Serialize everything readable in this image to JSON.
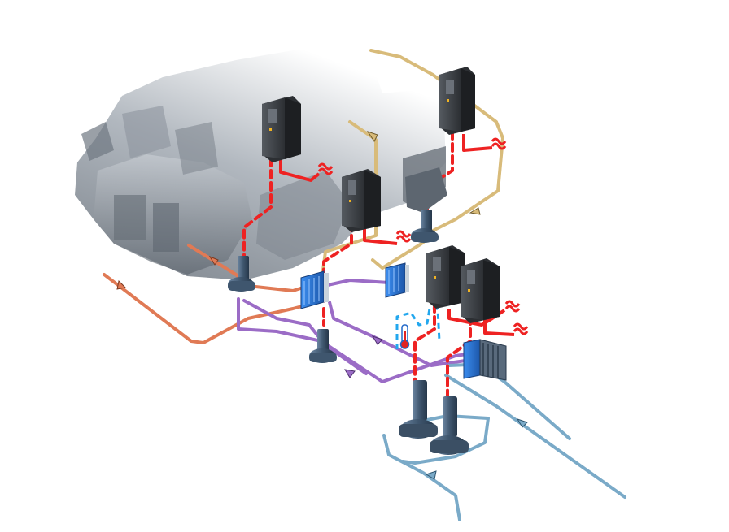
{
  "diagram": {
    "colors": {
      "engine_cooling": "#e07a55",
      "intercooler_loop": "#9b6cc6",
      "hot_water_loop": "#d8bb7a",
      "sea_water": "#7aaac8",
      "power_cable": "#ee2222",
      "control_signal": "#22a7ee",
      "vfd_body": "#3a3a3a",
      "pump_body": "#4f6a85",
      "heat_exchanger": "#2e7ad8"
    },
    "icons": {
      "vfd": "variable-frequency-drive-icon",
      "pump": "pump-icon",
      "heat_exchanger": "plate-heat-exchanger-icon",
      "sensor": "thermometer-icon",
      "motor_cable": "motor-cable-icon",
      "flow_arrow": "flow-arrow-icon"
    },
    "components": {
      "engines": 1,
      "drives": 5,
      "pumps": 5,
      "heat_exchangers": 3,
      "temperature_sensors": 1
    }
  }
}
